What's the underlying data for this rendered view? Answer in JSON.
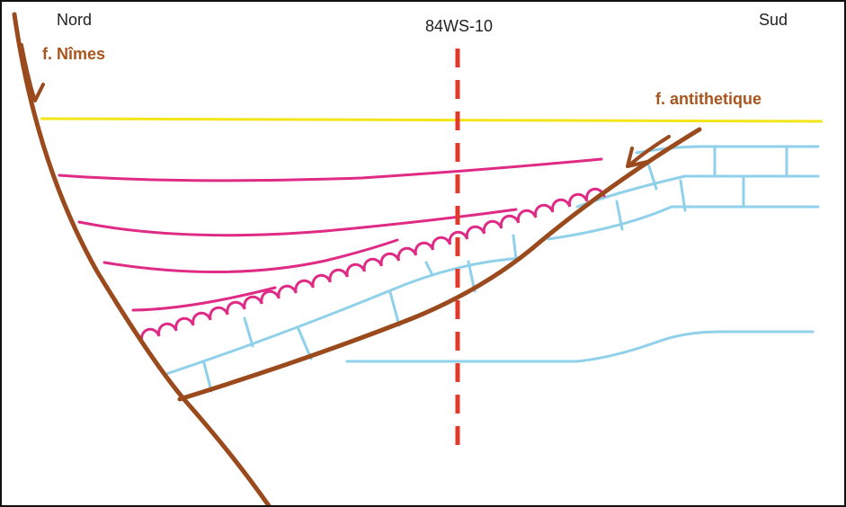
{
  "labels": {
    "left": "Nord",
    "right": "Sud",
    "well": "84WS-10",
    "fault_left": "f. Nîmes",
    "fault_right": "f. antithetique"
  },
  "colors": {
    "fault": "#9a4a1c",
    "fault_label": "#a8551e",
    "horizon": "#f2e61a",
    "reflector": "#df2a86",
    "carbonate": "#8fd0ea",
    "well": "#e23a2a",
    "frame": "#111111"
  }
}
